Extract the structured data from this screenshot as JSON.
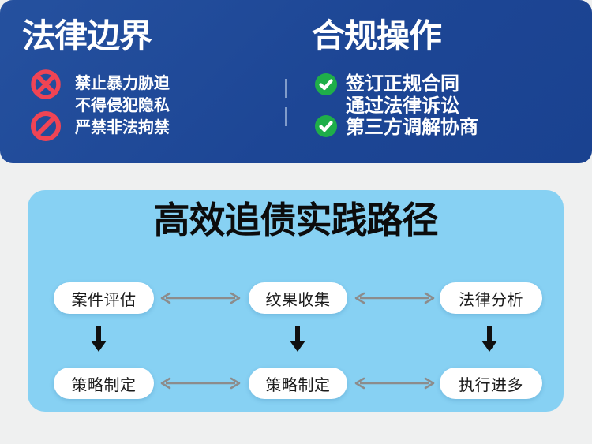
{
  "banner": {
    "left": {
      "title": "法律边界",
      "items": [
        "禁止暴力胁迫",
        "不得侵犯隐私",
        "严禁非法拘禁"
      ],
      "icons": [
        "prohibit-cross-icon",
        "no-entry-icon"
      ]
    },
    "right": {
      "title": "合规操作",
      "items": [
        "签订正规合同",
        "通过法律诉讼",
        "第三方调解协商"
      ],
      "icons": [
        "check-icon",
        "check-icon"
      ]
    }
  },
  "flow_panel": {
    "title": "高效追债实践路径",
    "row1": [
      "案件评估",
      "纹果收集",
      "法律分析"
    ],
    "row2": [
      "策略制定",
      "策略制定",
      "执行进多"
    ]
  },
  "colors": {
    "banner_blue": "#1d4695",
    "panel_blue": "#87d1f3",
    "prohibit_red": "#f04454",
    "check_green": "#1fae49",
    "connector_gray": "#8c8c8c",
    "down_arrow_black": "#101010",
    "background_gray": "#eff0f0"
  }
}
